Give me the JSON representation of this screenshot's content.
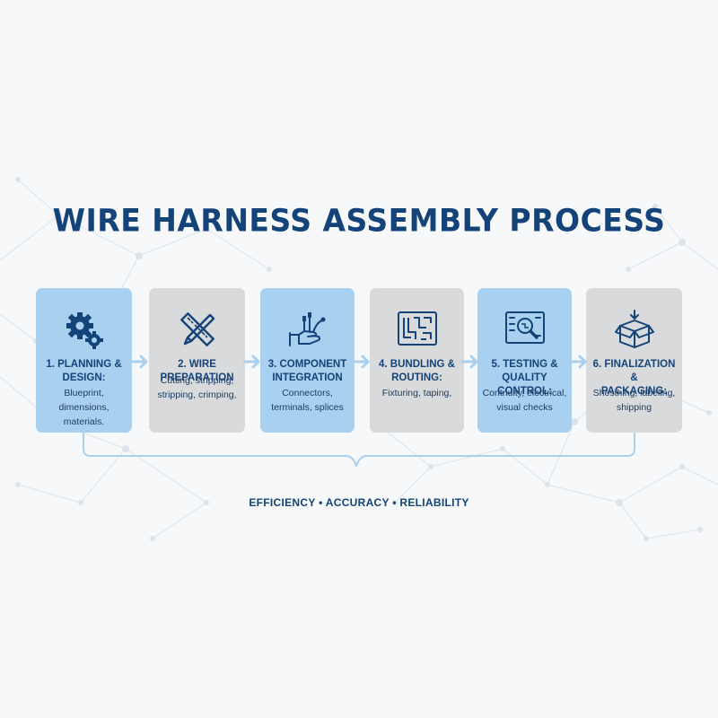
{
  "title": "WIRE HARNESS ASSEMBLY PROCESS",
  "tagline": "EFFICIENCY • ACCURACY • RELIABILITY",
  "colors": {
    "primary": "#14437a",
    "card_blue": "#a9d0ee",
    "card_gray": "#d9dadb",
    "connector": "#a9d0ee"
  },
  "steps": [
    {
      "heading": "1. PLANNING &\nDESIGN:",
      "description": "Blueprint, dimensions,\nmaterials.",
      "icon": "gears-icon",
      "style": "blue"
    },
    {
      "heading": "2. WIRE PREPARATION",
      "description": "Cutting, stripping,\nstripping, crimping,",
      "icon": "ruler-pencil-icon",
      "style": "gray"
    },
    {
      "heading": "3. COMPONENT\nINTEGRATION",
      "description": "Connectors,\nterminals, splices",
      "icon": "hand-wires-icon",
      "style": "blue"
    },
    {
      "heading": "4. BUNDLING &\nROUTING:",
      "description": "Fixturing, taping,",
      "icon": "circuit-board-icon",
      "style": "gray"
    },
    {
      "heading": "5. TESTING &\nQUALITY CONTROL:",
      "description": "Contnuity, electrical,\nvisual checks",
      "icon": "magnifier-board-icon",
      "style": "blue"
    },
    {
      "heading": "6. FINALIZATION &\nPACKAGING:",
      "description": "Shesthing, labeling,\nshipping",
      "icon": "box-icon",
      "style": "gray"
    }
  ]
}
